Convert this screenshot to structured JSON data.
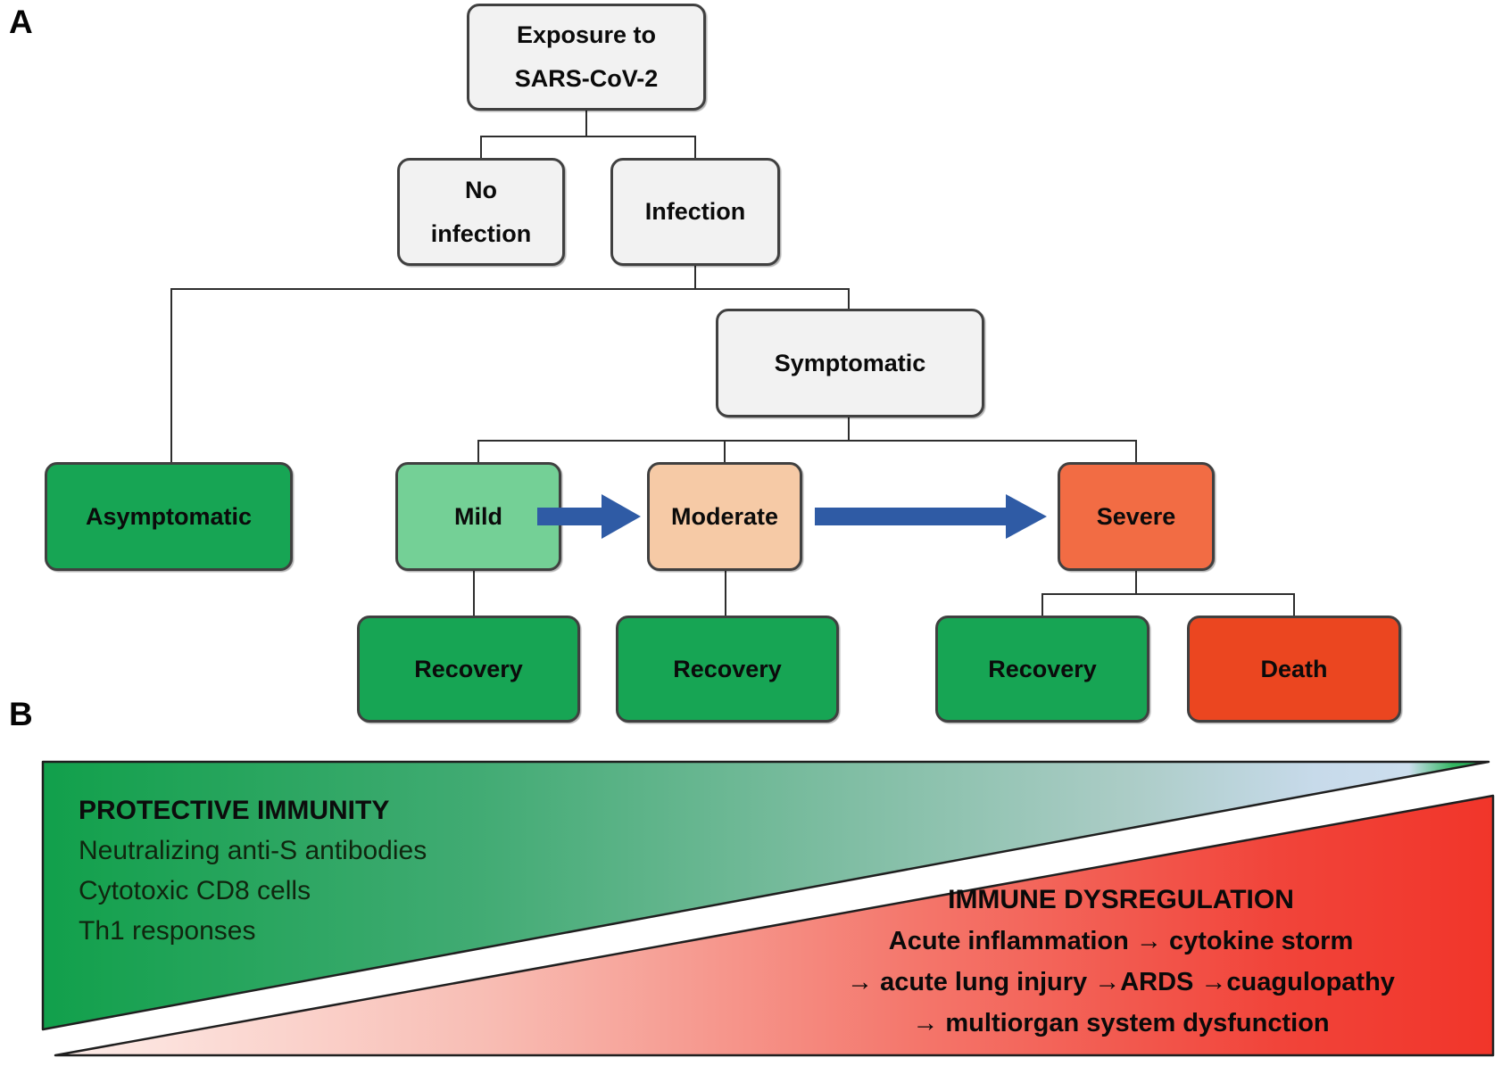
{
  "figure": {
    "panel_a_label": "A",
    "panel_b_label": "B"
  },
  "flowchart": {
    "exposure": "Exposure to\nSARS-CoV-2",
    "no_infection": "No\ninfection",
    "infection": "Infection",
    "symptomatic": "Symptomatic",
    "asymptomatic": "Asymptomatic",
    "mild": "Mild",
    "moderate": "Moderate",
    "severe": "Severe",
    "recovery_mild": "Recovery",
    "recovery_moderate": "Recovery",
    "recovery_severe": "Recovery",
    "death": "Death"
  },
  "colors": {
    "node_neutral": "#F2F2F2",
    "node_green": "#17A554",
    "node_light_green": "#74D096",
    "node_peach": "#F6CAA6",
    "node_orange": "#F26C44",
    "node_red": "#EB4620",
    "arrow_blue": "#2F5BA5",
    "green_gradient_start": "#11A04B",
    "green_gradient_pale_blue": "#C7DAEA",
    "red_gradient_start": "#FDEDE9",
    "red_gradient_end": "#F1352A"
  },
  "gradient_panel": {
    "protective": {
      "title": "PROTECTIVE IMMUNITY",
      "lines": [
        "Neutralizing anti-S antibodies",
        "Cytotoxic CD8 cells",
        "Th1 responses"
      ]
    },
    "dysregulation": {
      "title": "IMMUNE DYSREGULATION",
      "lines": [
        "Acute inflammation → cytokine storm",
        "→ acute lung injury →ARDS →cuagulopathy",
        "→ multiorgan system dysfunction"
      ]
    }
  }
}
